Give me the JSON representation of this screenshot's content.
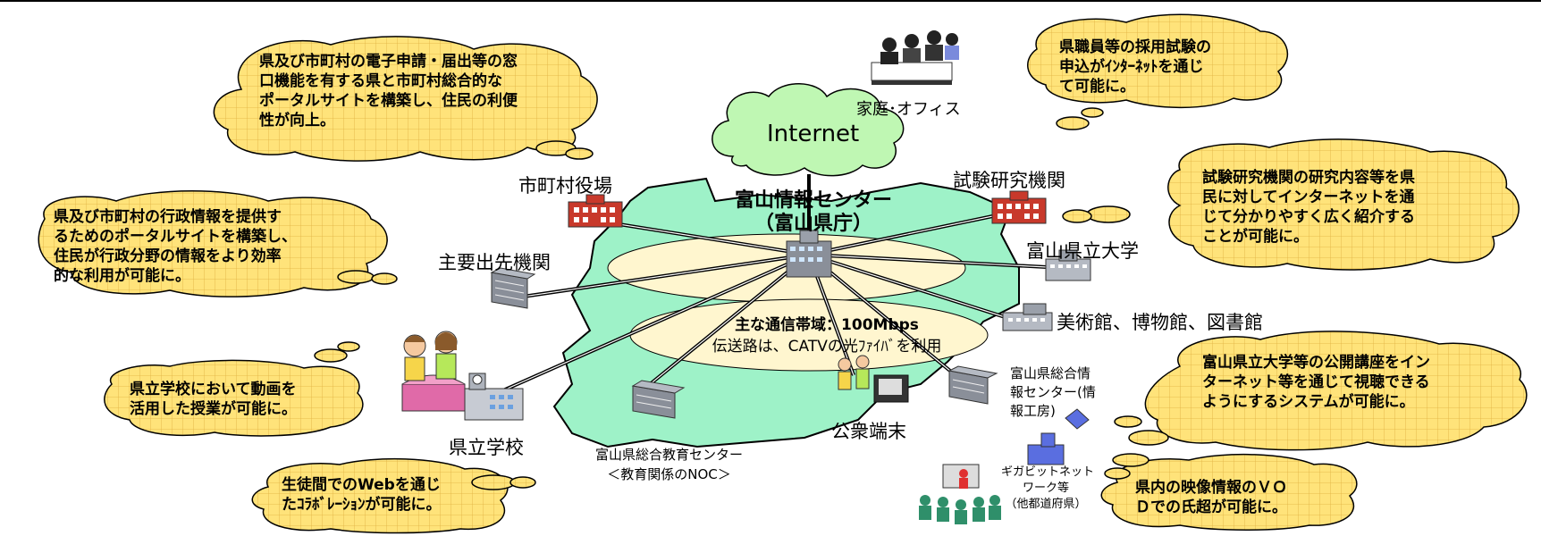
{
  "center": {
    "title_line1": "富山情報センター",
    "title_line2": "（富山県庁）"
  },
  "internet_label": "Internet",
  "bandwidth": {
    "line1": "主な通信帯域：100Mbps",
    "line2": "伝送路は、CATVの光ﾌｧｲﾊﾞを利用"
  },
  "nodes": {
    "home_office": "家庭･オフィス",
    "municipal_office": "市町村役場",
    "research_institute": "試験研究機関",
    "branch_offices": "主要出先機関",
    "prefectural_university": "富山県立大学",
    "museums": "美術館、博物館、図書館",
    "prefectural_schools": "県立学校",
    "public_terminal": "公衆端末",
    "education_center_line1": "富山県総合教育センター",
    "education_center_line2": "＜教育関係のNOC＞",
    "info_workshop_line1": "富山県総合情",
    "info_workshop_line2": "報センター(情",
    "info_workshop_line3": "報工房)",
    "gigabit_line1": "ギガビットネット",
    "gigabit_line2": "ワーク等",
    "gigabit_line3": "（他都道府県）"
  },
  "bubbles": [
    {
      "id": "portal-application",
      "lines": [
        "県及び市町村の電子申請・届出等の窓",
        "口機能を有する県と市町村総合的な",
        "ポータルサイトを構築し、住民の利便",
        "性が向上。"
      ]
    },
    {
      "id": "recruitment",
      "lines": [
        "県職員等の採用試験の",
        "申込がｲﾝﾀｰﾈｯﾄを通じ",
        "て可能に。"
      ]
    },
    {
      "id": "admin-portal",
      "lines": [
        "県及び市町村の行政情報を提供す",
        "るためのポータルサイトを構築し、",
        "住民が行政分野の情報をより効率",
        "的な利用が可能に。"
      ]
    },
    {
      "id": "research-intro",
      "lines": [
        "試験研究機関の研究内容等を県",
        "民に対してインターネットを通",
        "じて分かりやすく広く紹介する",
        "ことが可能に。"
      ]
    },
    {
      "id": "video-lessons",
      "lines": [
        "県立学校において動画を",
        "活用した授業が可能に。"
      ]
    },
    {
      "id": "open-lectures",
      "lines": [
        "富山県立大学等の公開講座をイン",
        "ターネット等を通じて視聴できる",
        "ようにするシステムが可能に。"
      ]
    },
    {
      "id": "student-collab",
      "lines": [
        "生徒間でのWebを通じ",
        "たｺﾗﾎﾞﾚｰｼｮﾝが可能に。"
      ]
    },
    {
      "id": "video-vod",
      "lines": [
        "県内の映像情報のＶＯ",
        "Ｄでの氏超が可能に。"
      ]
    }
  ],
  "colors": {
    "bubble_fill": "#ffe37a",
    "bubble_grid": "#e6b84a",
    "map_fill": "#9ef2c8",
    "cloud_fill": "#bff7b3",
    "band_fill": "#fff6cf",
    "building_red": "#c8392b",
    "building_gray": "#8a8f99"
  }
}
